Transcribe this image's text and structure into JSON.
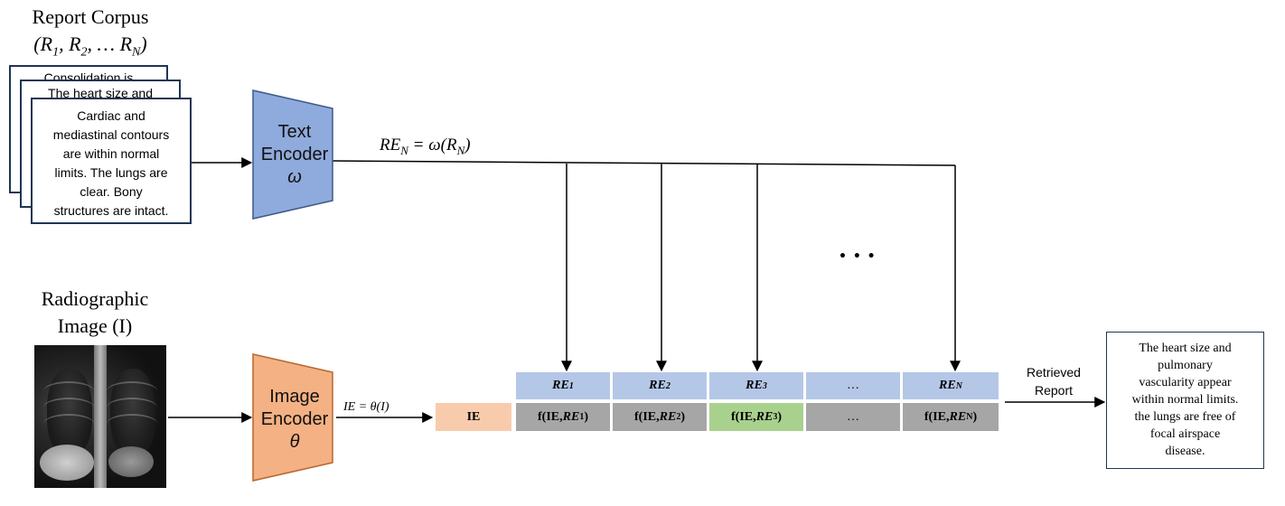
{
  "corpus": {
    "title_line1": "Report Corpus",
    "title_line2": "(R₁, R₂, … R_N)",
    "back_doc1": "Consolidation is",
    "back_doc2": "The heart size and",
    "front_doc": [
      "Cardiac and",
      "mediastinal contours",
      "are within normal",
      "limits. The lungs are",
      "clear. Bony",
      "structures are intact."
    ]
  },
  "text_encoder": {
    "line1": "Text",
    "line2": "Encoder",
    "symbol": "ω",
    "color": "#8faadc"
  },
  "re_formula": "RE_N = ω(R_N)",
  "image": {
    "title_line1": "Radiographic",
    "title_line2": "Image (I)"
  },
  "image_encoder": {
    "line1": "Image",
    "line2": "Encoder",
    "symbol": "θ",
    "color": "#f4b183"
  },
  "ie_formula": "IE = θ(I)",
  "ie_label": "IE",
  "ellipsis": "…",
  "dots": "• • •",
  "re_cells": [
    "RE₁",
    "RE₂",
    "RE₃",
    "…",
    "RE_N"
  ],
  "f_cells": [
    "f(IE, RE₁)",
    "f(IE, RE₂)",
    "f(IE, RE₃)",
    "…",
    "f(IE, RE_N)"
  ],
  "retrieved": {
    "line1": "Retrieved",
    "line2": "Report"
  },
  "output_report": [
    "The heart size and",
    "pulmonary",
    "vascularity appear",
    "within normal limits.",
    "the lungs are free of",
    "focal airspace",
    "disease."
  ],
  "colors": {
    "re": "#b4c7e7",
    "f": "#a6a6a6",
    "f_highlight": "#a9d18e",
    "ie": "#f8cbad",
    "border": "#1f3553"
  }
}
